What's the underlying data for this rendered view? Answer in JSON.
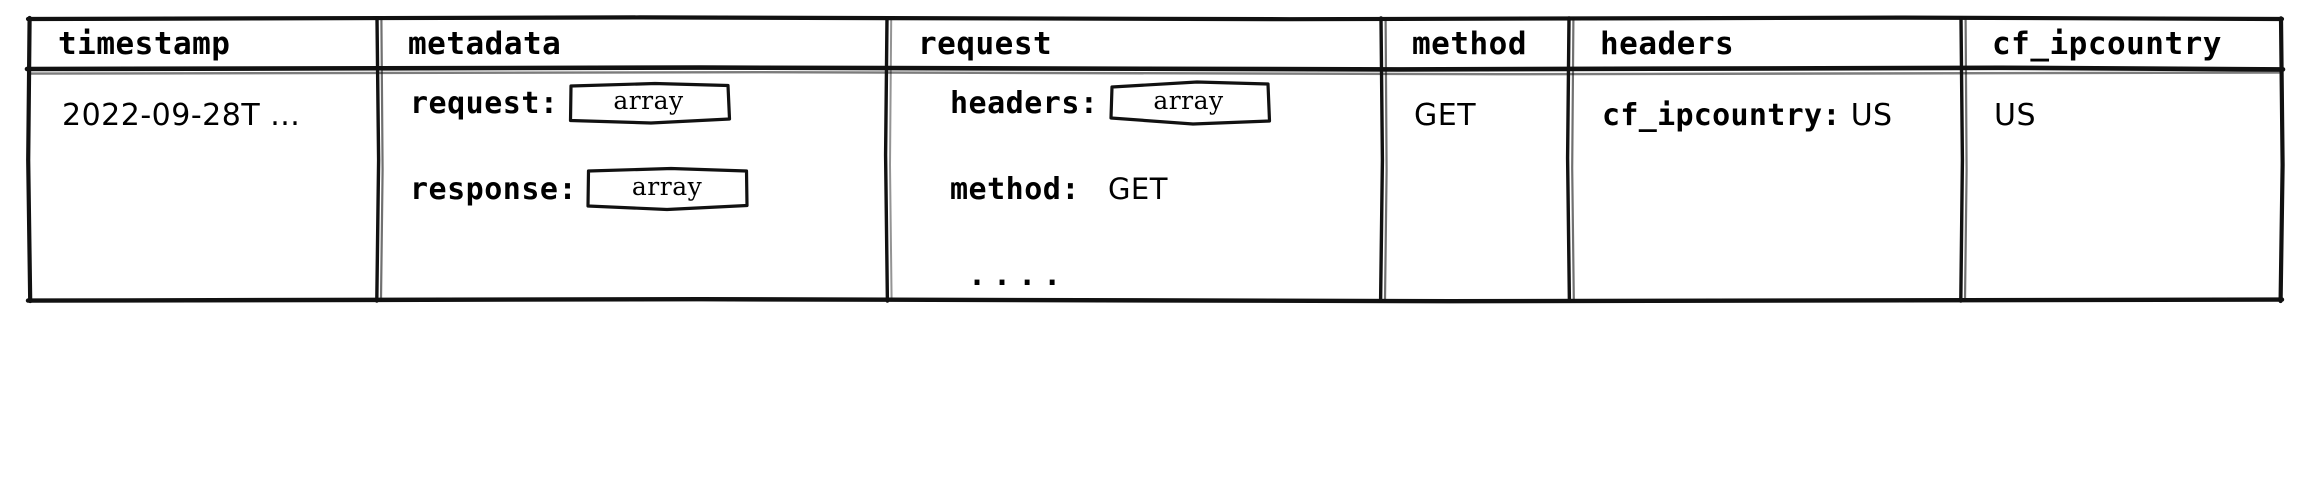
{
  "table": {
    "columns": [
      {
        "key": "timestamp",
        "label": "timestamp"
      },
      {
        "key": "metadata",
        "label": "metadata"
      },
      {
        "key": "request",
        "label": "request"
      },
      {
        "key": "method",
        "label": "method"
      },
      {
        "key": "headers",
        "label": "headers"
      },
      {
        "key": "cf_ipcountry",
        "label": "cf_ipcountry"
      }
    ],
    "rows": [
      {
        "timestamp": {
          "value": "2022-09-28T ..."
        },
        "metadata": {
          "fields": [
            {
              "label": "request:",
              "chip": "array"
            },
            {
              "label": "response:",
              "chip": "array"
            }
          ]
        },
        "request": {
          "fields": [
            {
              "label": "headers:",
              "chip": "array"
            },
            {
              "label": "method:",
              "value": "GET"
            }
          ],
          "ellipsis": "...."
        },
        "method": {
          "value": "GET"
        },
        "headers": {
          "key": "cf_ipcountry:",
          "value": "US"
        },
        "cf_ipcountry": {
          "value": "US"
        }
      }
    ]
  },
  "style": {
    "ink": "#111111",
    "paper": "#ffffff"
  }
}
